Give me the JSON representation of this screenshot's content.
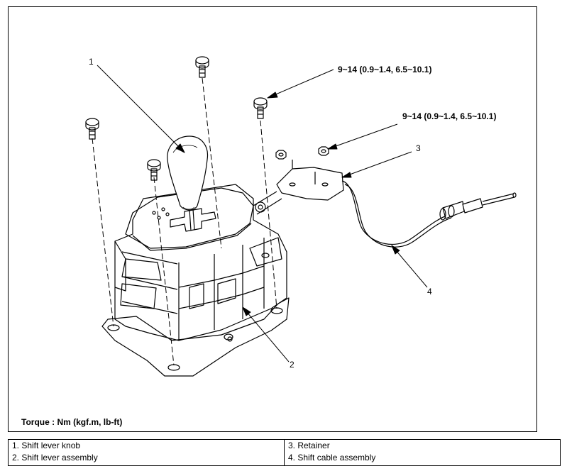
{
  "diagram": {
    "torque_spec_1": "9~14 (0.9~1.4, 6.5~10.1)",
    "torque_spec_2": "9~14 (0.9~1.4, 6.5~10.1)",
    "callouts": [
      "1",
      "2",
      "3",
      "4"
    ],
    "torque_note": "Torque : Nm (kgf.m, lb-ft)"
  },
  "legend": {
    "left": [
      "1. Shift lever knob",
      "2. Shift lever assembly"
    ],
    "right": [
      "3. Retainer",
      "4. Shift cable assembly"
    ]
  }
}
